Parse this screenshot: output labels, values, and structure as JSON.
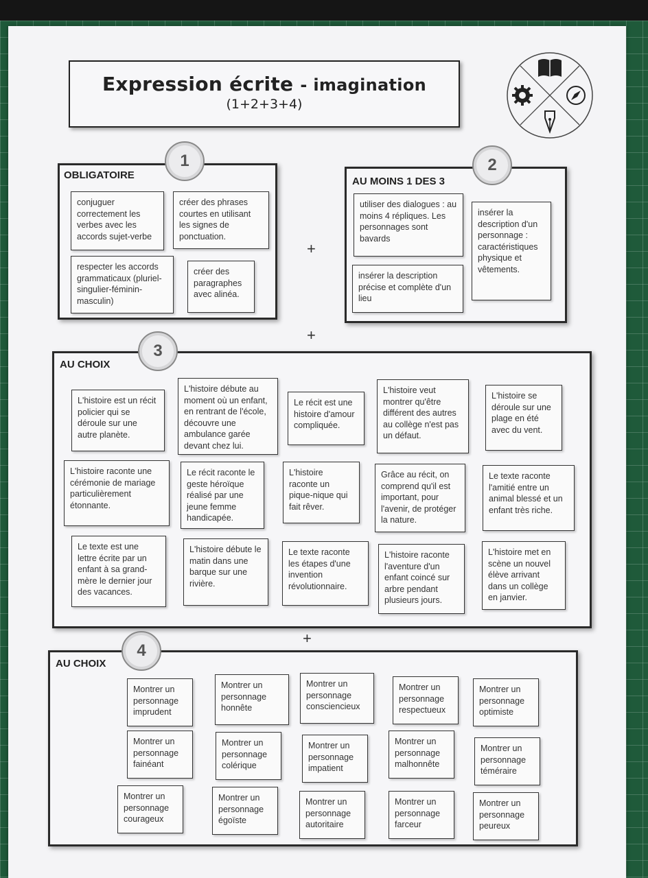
{
  "title": {
    "main": "Expression écrite",
    "sub": "imagination",
    "formula": "(1+2+3+4)"
  },
  "plus": "+",
  "sections": [
    {
      "number": "1",
      "label": "OBLIGATOIRE",
      "items": [
        "conjuguer correctement les verbes avec les accords sujet-verbe",
        "créer des phrases courtes en utilisant les signes de ponctuation.",
        "respecter les accords grammaticaux (pluriel-singulier-féminin-masculin)",
        "créer des paragraphes avec alinéa."
      ]
    },
    {
      "number": "2",
      "label": "AU MOINS 1 DES 3",
      "items": [
        "utiliser des dialogues : au moins 4 répliques. Les personnages sont bavards",
        "insérer la description d'un personnage : caractéristiques physique et vêtements.",
        "insérer la description précise et complète d'un lieu"
      ]
    },
    {
      "number": "3",
      "label": "AU CHOIX",
      "items": [
        "L'histoire est un récit policier qui se déroule sur une autre planète.",
        "L'histoire débute au moment où un enfant, en rentrant de l'école, découvre une ambulance garée devant chez lui.",
        "Le récit est une histoire d'amour compliquée.",
        "L'histoire veut montrer qu'être différent des autres au collège n'est pas un défaut.",
        "L'histoire se déroule sur une plage en été avec du vent.",
        "L'histoire raconte une cérémonie de mariage particulièrement étonnante.",
        "Le récit raconte le geste héroïque réalisé par une jeune femme handicapée.",
        "L'histoire raconte un pique-nique qui fait rêver.",
        "Grâce au récit, on comprend qu'il est important, pour l'avenir, de protéger la nature.",
        "Le texte raconte l'amitié entre un animal blessé et un enfant très riche.",
        "Le texte est une lettre écrite par un enfant à sa grand-mère le dernier jour des vacances.",
        "L'histoire débute le matin dans une barque sur une rivière.",
        "Le texte raconte les étapes d'une invention révolutionnaire.",
        "L'histoire raconte l'aventure d'un enfant coincé sur arbre pendant plusieurs jours.",
        "L'histoire met en scène un nouvel élève arrivant dans un collège en janvier."
      ]
    },
    {
      "number": "4",
      "label": "AU CHOIX",
      "items": [
        "Montrer un personnage imprudent",
        "Montrer un personnage honnête",
        "Montrer un personnage consciencieux",
        "Montrer un personnage respectueux",
        "Montrer un personnage optimiste",
        "Montrer un personnage fainéant",
        "Montrer un personnage colérique",
        "Montrer un personnage impatient",
        "Montrer un personnage malhonnête",
        "Montrer un personnage téméraire",
        "Montrer un personnage courageux",
        "Montrer un personnage égoïste",
        "Montrer un personnage autoritaire",
        "Montrer un personnage farceur",
        "Montrer un personnage peureux"
      ]
    }
  ]
}
